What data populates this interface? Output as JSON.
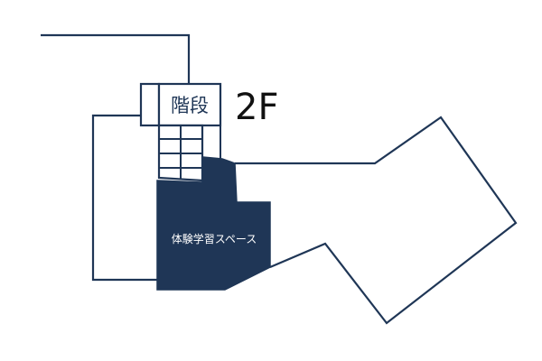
{
  "floor": {
    "label": "2F"
  },
  "stairs": {
    "label": "階段"
  },
  "rooms": [
    {
      "label": "体験学習スペース",
      "highlighted": true
    }
  ],
  "colors": {
    "outline": "#1f3656",
    "highlight_fill": "#1f3656",
    "floor_label": "#111111",
    "highlight_text": "#ffffff",
    "background": "#ffffff"
  }
}
